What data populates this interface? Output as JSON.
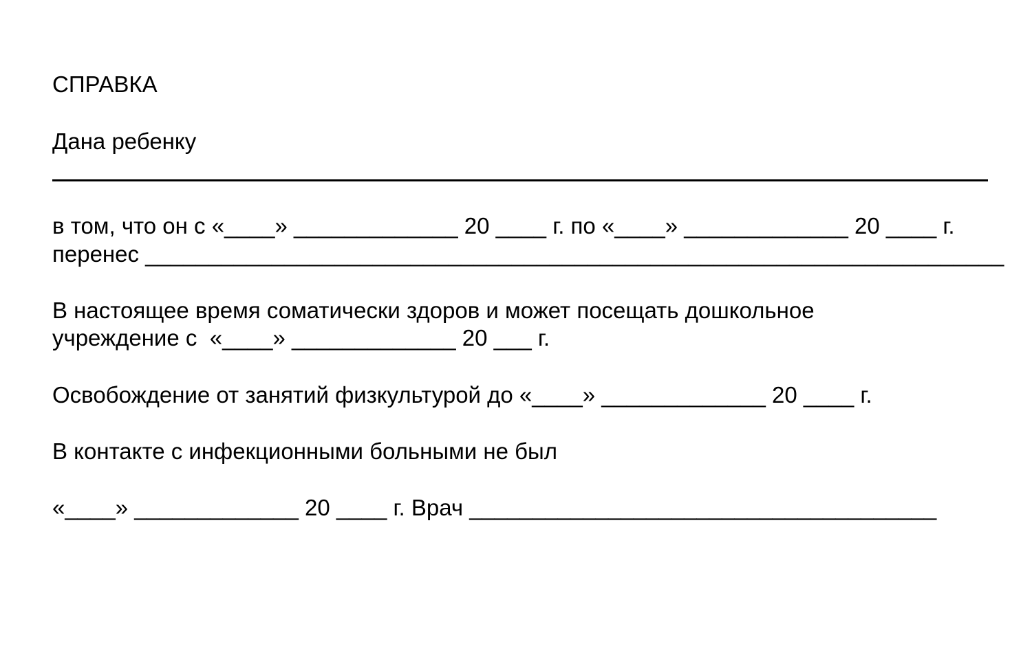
{
  "document": {
    "title": "СПРАВКА",
    "given_to": "Дана ребенку",
    "illness_period_line1": "в том, что он с «____» _____________ 20 ____ г. по «____» _____________ 20 ____ г.",
    "illness_period_line2": "перенес ____________________________________________________________________",
    "health_line1": "В настоящее время соматически здоров и может посещать дошкольное",
    "health_line2": "учреждение с  «____» _____________ 20 ___ г.",
    "pe_exemption": "Освобождение от занятий физкультурой до «____» _____________ 20 ____ г.",
    "no_contact": "В контакте с инфекционными больными не был",
    "date_signature": "«____» _____________ 20 ____ г. Врач _____________________________________"
  }
}
